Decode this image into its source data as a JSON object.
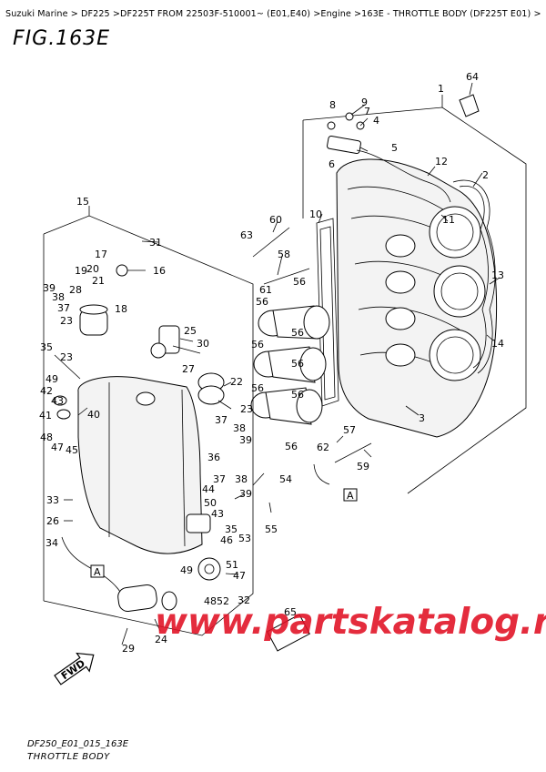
{
  "breadcrumb": "Suzuki Marine > DF225 >DF225T FROM 22503F-510001~ (E01,E40) >Engine >163E - THROTTLE BODY (DF225T E01) >",
  "figure_title": "FIG.163E",
  "footer_code": "DF250_E01_015_163E",
  "footer_caption": "THROTTLE BODY",
  "watermark": "www.partskatalog.ru",
  "fwd_label": "FWD",
  "ref_a": "A",
  "callouts": {
    "p1": "1",
    "p2": "2",
    "p3": "3",
    "p4": "4",
    "p5": "5",
    "p6": "6",
    "p7": "7",
    "p8": "8",
    "p9": "9",
    "p10": "10",
    "p11": "11",
    "p12": "12",
    "p13": "13",
    "p14": "14",
    "p15": "15",
    "p16": "16",
    "p17": "17",
    "p18": "18",
    "p19": "19",
    "p20": "20",
    "p21": "21",
    "p22": "22",
    "p23": "23",
    "p24": "24",
    "p25": "25",
    "p26": "26",
    "p27": "27",
    "p28": "28",
    "p29": "29",
    "p30": "30",
    "p31": "31",
    "p32": "32",
    "p33": "33",
    "p34": "34",
    "p35": "35",
    "p36": "36",
    "p37": "37",
    "p38": "38",
    "p39": "39",
    "p40": "40",
    "p41": "41",
    "p42": "42",
    "p43": "43",
    "p44": "44",
    "p45": "45",
    "p46": "46",
    "p47": "47",
    "p48": "48",
    "p49": "49",
    "p50": "50",
    "p51": "51",
    "p52": "52",
    "p53": "53",
    "p54": "54",
    "p55": "55",
    "p56": "56",
    "p57": "57",
    "p58": "58",
    "p59": "59",
    "p60": "60",
    "p61": "61",
    "p62": "62",
    "p63": "63",
    "p64": "64",
    "p65": "65"
  }
}
